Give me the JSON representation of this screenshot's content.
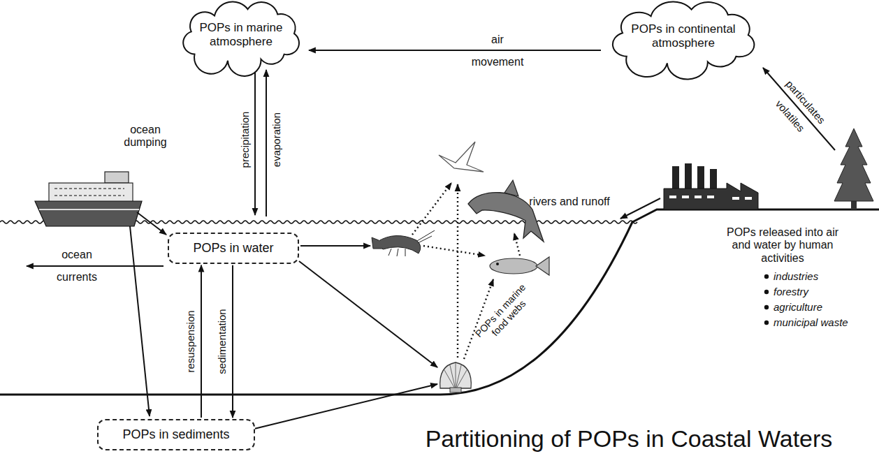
{
  "diagram": {
    "title": "Partitioning of POPs in Coastal Waters",
    "nodes": [
      {
        "text": [
          "POPs in marine atmosphere"
        ]
      },
      {
        "text": [
          "POPs in continental atmosphere"
        ]
      },
      {
        "text": [
          "POPs in water"
        ]
      },
      {
        "text": [
          "POPs in sediments"
        ]
      }
    ],
    "edges": [
      {
        "from": 1,
        "to": 0,
        "arrow": "to"
      },
      {
        "from": 2,
        "to": 3,
        "label": "sedimentation",
        "arrow": "to"
      },
      {
        "from": 3,
        "to": 2,
        "label": "resuspension",
        "arrow": "to"
      }
    ],
    "labels": [
      "air",
      "movement",
      "precipitation",
      "evaporation",
      "ocean dumping",
      "ocean",
      "currents",
      "rivers and runoff",
      "particulates",
      "volatiles",
      "POPs in marine food webs",
      "POPs released into air and water by human activities",
      "industries",
      "forestry",
      "agriculture",
      "municipal waste"
    ]
  }
}
